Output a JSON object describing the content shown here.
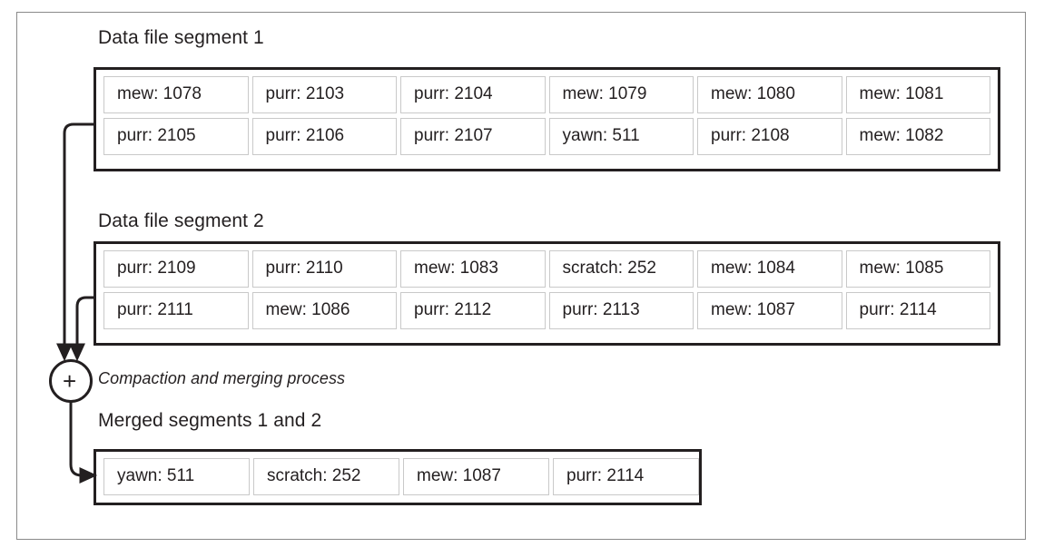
{
  "figure": {
    "title_segment1": "Data file segment 1",
    "title_segment2": "Data file segment 2",
    "title_merged": "Merged segments 1 and 2",
    "process_label": "Compaction and merging process",
    "plus_glyph": "+",
    "colors": {
      "frame_border": "#8a8a8a",
      "box_border": "#231f20",
      "cell_border": "#c9c9c9",
      "text": "#231f20",
      "background": "#ffffff"
    }
  },
  "segment1": {
    "rows": [
      [
        "mew: 1078",
        "purr: 2103",
        "purr: 2104",
        "mew: 1079",
        "mew: 1080",
        "mew: 1081"
      ],
      [
        "purr: 2105",
        "purr: 2106",
        "purr: 2107",
        "yawn: 511",
        "purr: 2108",
        "mew: 1082"
      ]
    ]
  },
  "segment2": {
    "rows": [
      [
        "purr: 2109",
        "purr: 2110",
        "mew: 1083",
        "scratch: 252",
        "mew: 1084",
        "mew: 1085"
      ],
      [
        "purr: 2111",
        "mew: 1086",
        "purr: 2112",
        "purr: 2113",
        "mew: 1087",
        "purr: 2114"
      ]
    ]
  },
  "merged": {
    "rows": [
      [
        "yawn: 511",
        "scratch: 252",
        "mew: 1087",
        "purr: 2114"
      ]
    ]
  }
}
